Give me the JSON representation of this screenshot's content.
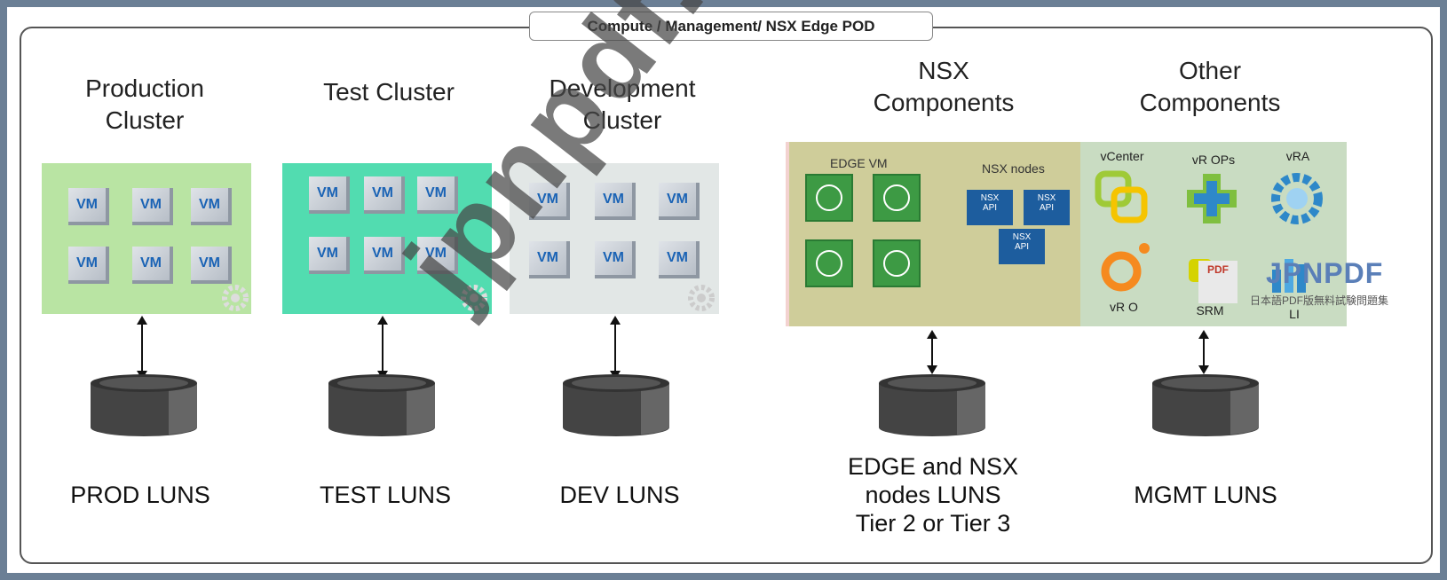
{
  "pod_title": "Compute / Management/ NSX Edge POD",
  "clusters": [
    {
      "heading": "Production\nCluster",
      "vm_label": "VM",
      "luns": "PROD LUNS",
      "color": "#b9e4a3"
    },
    {
      "heading": "Test Cluster",
      "vm_label": "VM",
      "luns": "TEST LUNS",
      "color": "#52dcb0"
    },
    {
      "heading": "Development\nCluster",
      "vm_label": "VM",
      "luns": "DEV LUNS",
      "color": "#e2e7e6"
    }
  ],
  "nsx": {
    "heading": "NSX\nComponents",
    "edge_label": "EDGE VM",
    "nodes_label": "NSX nodes",
    "luns": "EDGE and NSX\nnodes LUNS\nTier 2 or Tier 3",
    "api_label": "NSX\nAPI",
    "color": "#cfcd9a"
  },
  "other": {
    "heading": "Other\nComponents",
    "components": [
      "vCenter",
      "vR OPs",
      "vRA",
      "vR O",
      "SRM",
      "LI"
    ],
    "luns": "MGMT LUNS",
    "color": "#c9dcc2"
  },
  "watermark": "jpnpdf.com",
  "logo": {
    "main": "JPNPDF",
    "badge": "PDF",
    "sub": "日本語PDF版無料試験問題集"
  }
}
